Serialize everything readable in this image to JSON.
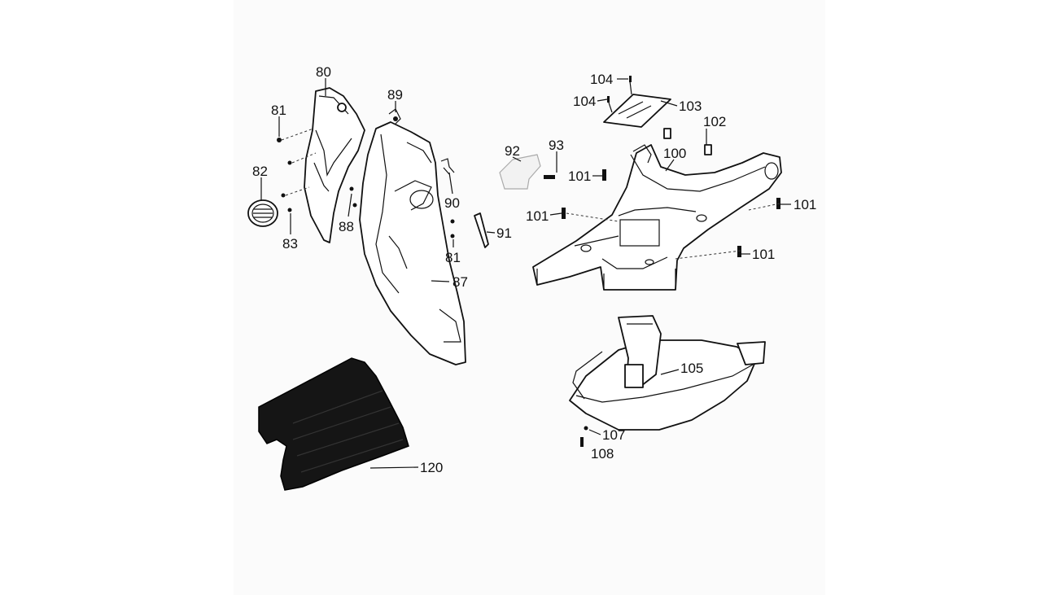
{
  "callouts": [
    {
      "id": "80",
      "text": "80"
    },
    {
      "id": "81a",
      "text": "81"
    },
    {
      "id": "82",
      "text": "82"
    },
    {
      "id": "83",
      "text": "83"
    },
    {
      "id": "88",
      "text": "88"
    },
    {
      "id": "89",
      "text": "89"
    },
    {
      "id": "90",
      "text": "90"
    },
    {
      "id": "91",
      "text": "91"
    },
    {
      "id": "81b",
      "text": "81"
    },
    {
      "id": "87",
      "text": "87"
    },
    {
      "id": "92",
      "text": "92"
    },
    {
      "id": "93",
      "text": "93"
    },
    {
      "id": "101a",
      "text": "101"
    },
    {
      "id": "101b",
      "text": "101"
    },
    {
      "id": "100",
      "text": "100"
    },
    {
      "id": "101c",
      "text": "101"
    },
    {
      "id": "101d",
      "text": "101"
    },
    {
      "id": "104a",
      "text": "104"
    },
    {
      "id": "104b",
      "text": "104"
    },
    {
      "id": "103",
      "text": "103"
    },
    {
      "id": "102",
      "text": "102"
    },
    {
      "id": "105",
      "text": "105"
    },
    {
      "id": "107",
      "text": "107"
    },
    {
      "id": "108",
      "text": "108"
    },
    {
      "id": "120",
      "text": "120"
    }
  ]
}
